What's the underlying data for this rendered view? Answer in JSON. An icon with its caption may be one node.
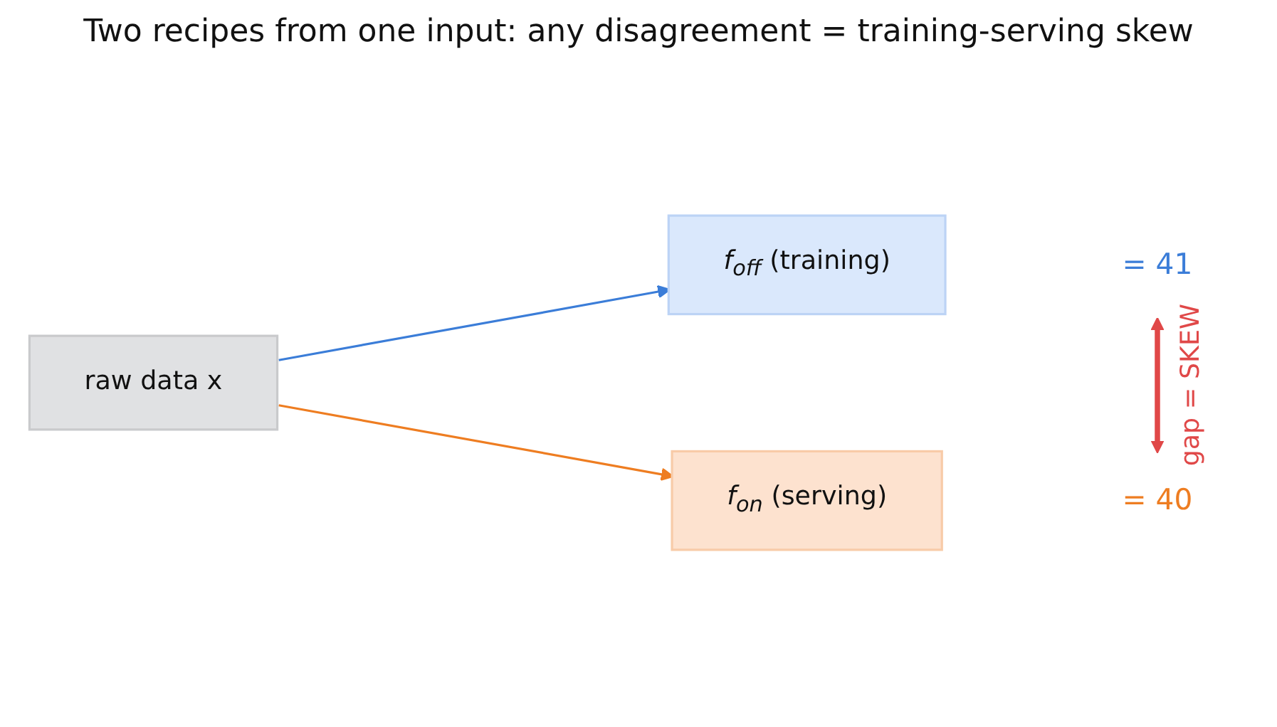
{
  "diagram": {
    "title": "Two recipes from one input: any disagreement = training-serving skew",
    "nodes": [
      {
        "text": [
          "raw data x"
        ]
      },
      {
        "text": [
          "*f$_{off}$* (training)"
        ]
      },
      {
        "text": [
          "*f$_{on}$* (serving)"
        ]
      },
      {
        "text": [
          "= 41"
        ]
      },
      {
        "text": [
          "= 40"
        ]
      }
    ],
    "edges": [
      {
        "from": 0,
        "to": 1,
        "arrow": "to",
        "color": "#3b7dd8"
      },
      {
        "from": 0,
        "to": 2,
        "arrow": "to",
        "color": "#ee7d21"
      },
      {
        "from": 3,
        "to": 4,
        "arrow": "both",
        "label": "gap = SKEW",
        "style": "thick",
        "color": "#e04848"
      }
    ]
  }
}
